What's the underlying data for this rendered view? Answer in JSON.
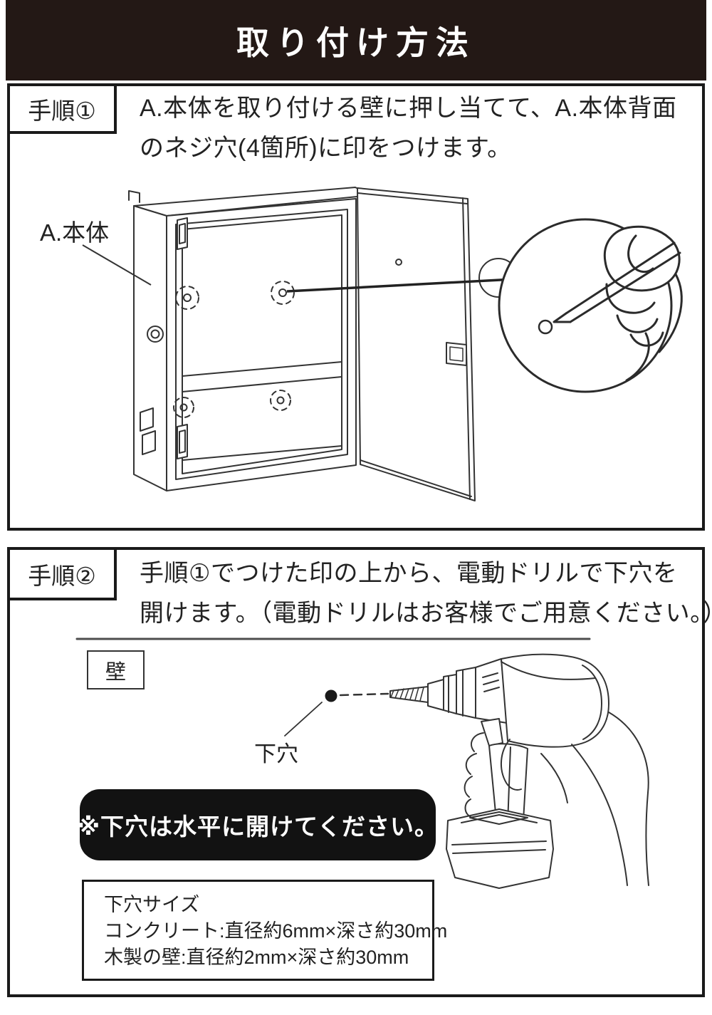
{
  "header": {
    "title": "取り付け方法",
    "bg": "#231815",
    "text_color": "#ffffff"
  },
  "step1": {
    "label": "手順①",
    "instruction_line1": "A.本体を取り付ける壁に押し当てて、A.本体背面",
    "instruction_line2": "のネジ穴(4箇所)に印をつけます。",
    "figure": {
      "part_label": "A.本体",
      "screw_hole_count": 4
    }
  },
  "step2": {
    "label": "手順②",
    "instruction_line1": "手順①でつけた印の上から、電動ドリルで下穴を",
    "instruction_line2": "開けます。（電動ドリルはお客様でご用意ください。）",
    "figure": {
      "wall_label": "壁",
      "hole_label": "下穴"
    },
    "note": "※下穴は水平に開けてください。",
    "size_box": {
      "title": "下穴サイズ",
      "concrete": "コンクリート:直径約6mm×深さ約30mm",
      "wood": "木製の壁:直径約2mm×深さ約30mm"
    }
  },
  "colors": {
    "header_bg": "#231815",
    "note_bg": "#121212",
    "frame_border": "#1a1a1a",
    "line_art": "#333333",
    "page_bg": "#ffffff"
  }
}
